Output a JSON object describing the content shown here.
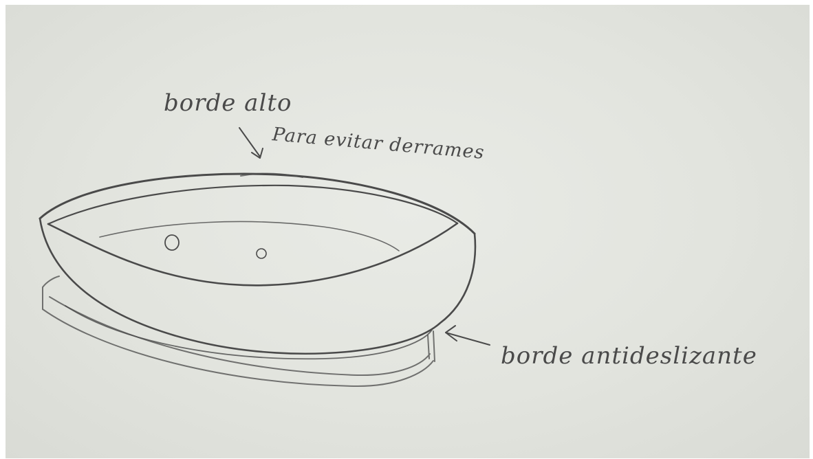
{
  "annotations": {
    "top_label": "borde alto",
    "top_sublabel": "Para evitar derrames",
    "bottom_label": "borde antideslizante"
  },
  "colors": {
    "paper": "#e4e6e0",
    "pencil": "#4a4a4a"
  }
}
